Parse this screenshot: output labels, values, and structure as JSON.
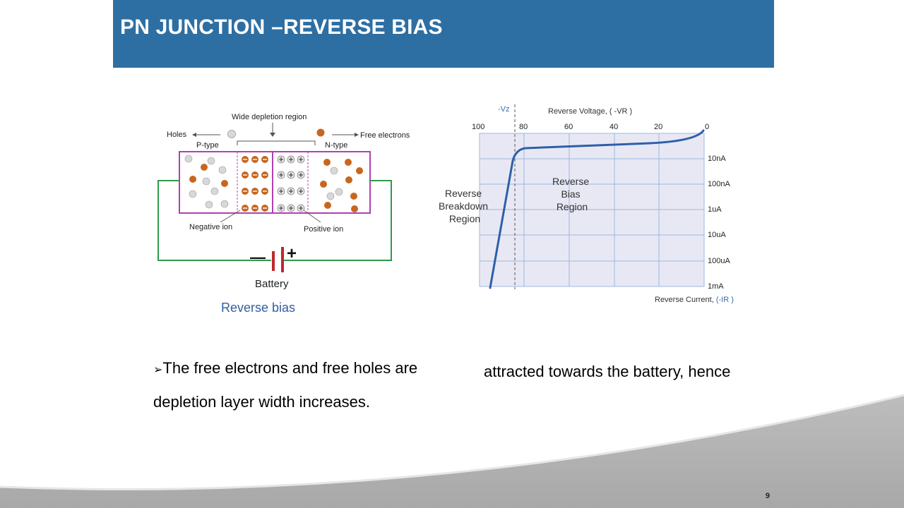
{
  "slide": {
    "title": "PN JUNCTION –REVERSE BIAS",
    "page_number": "9"
  },
  "diagram": {
    "wide_depletion": "Wide depletion region",
    "holes": "Holes",
    "free_electrons": "Free electrons",
    "p_type": "P-type",
    "n_type": "N-type",
    "negative_ion": "Negative ion",
    "positive_ion": "Positive ion",
    "battery": "Battery",
    "minus": "—",
    "plus": "+",
    "caption": "Reverse bias",
    "colors": {
      "box": "#b040b0",
      "wire": "#2e9a4a",
      "hole": "#d8d8d8",
      "electron": "#c8661e",
      "caption": "#2f5fa0"
    }
  },
  "graph": {
    "vz": "-Vz",
    "x_title": "Reverse Voltage, ( -VR )",
    "x_ticks": [
      "100",
      "80",
      "60",
      "40",
      "20",
      "0"
    ],
    "y_ticks": [
      "10nA",
      "100nA",
      "1uA",
      "10uA",
      "100uA",
      "1mA"
    ],
    "y_title_main": "Reverse Current,",
    "y_title_sub": "(-IR )",
    "breakdown_l1": "Reverse",
    "breakdown_l2": "Breakdown",
    "breakdown_l3": "Region",
    "bias_l1": "Reverse",
    "bias_l2": "Bias",
    "bias_l3": "Region",
    "colors": {
      "plot_bg": "#e8e8f4",
      "grid": "#9ab8e0",
      "curve": "#2e5fa8"
    }
  },
  "body_text": {
    "bullet": "➢",
    "line1a": "The free electrons  and free holes are",
    "line1b": "attracted towards the battery, hence",
    "line2": "depletion layer width increases."
  }
}
